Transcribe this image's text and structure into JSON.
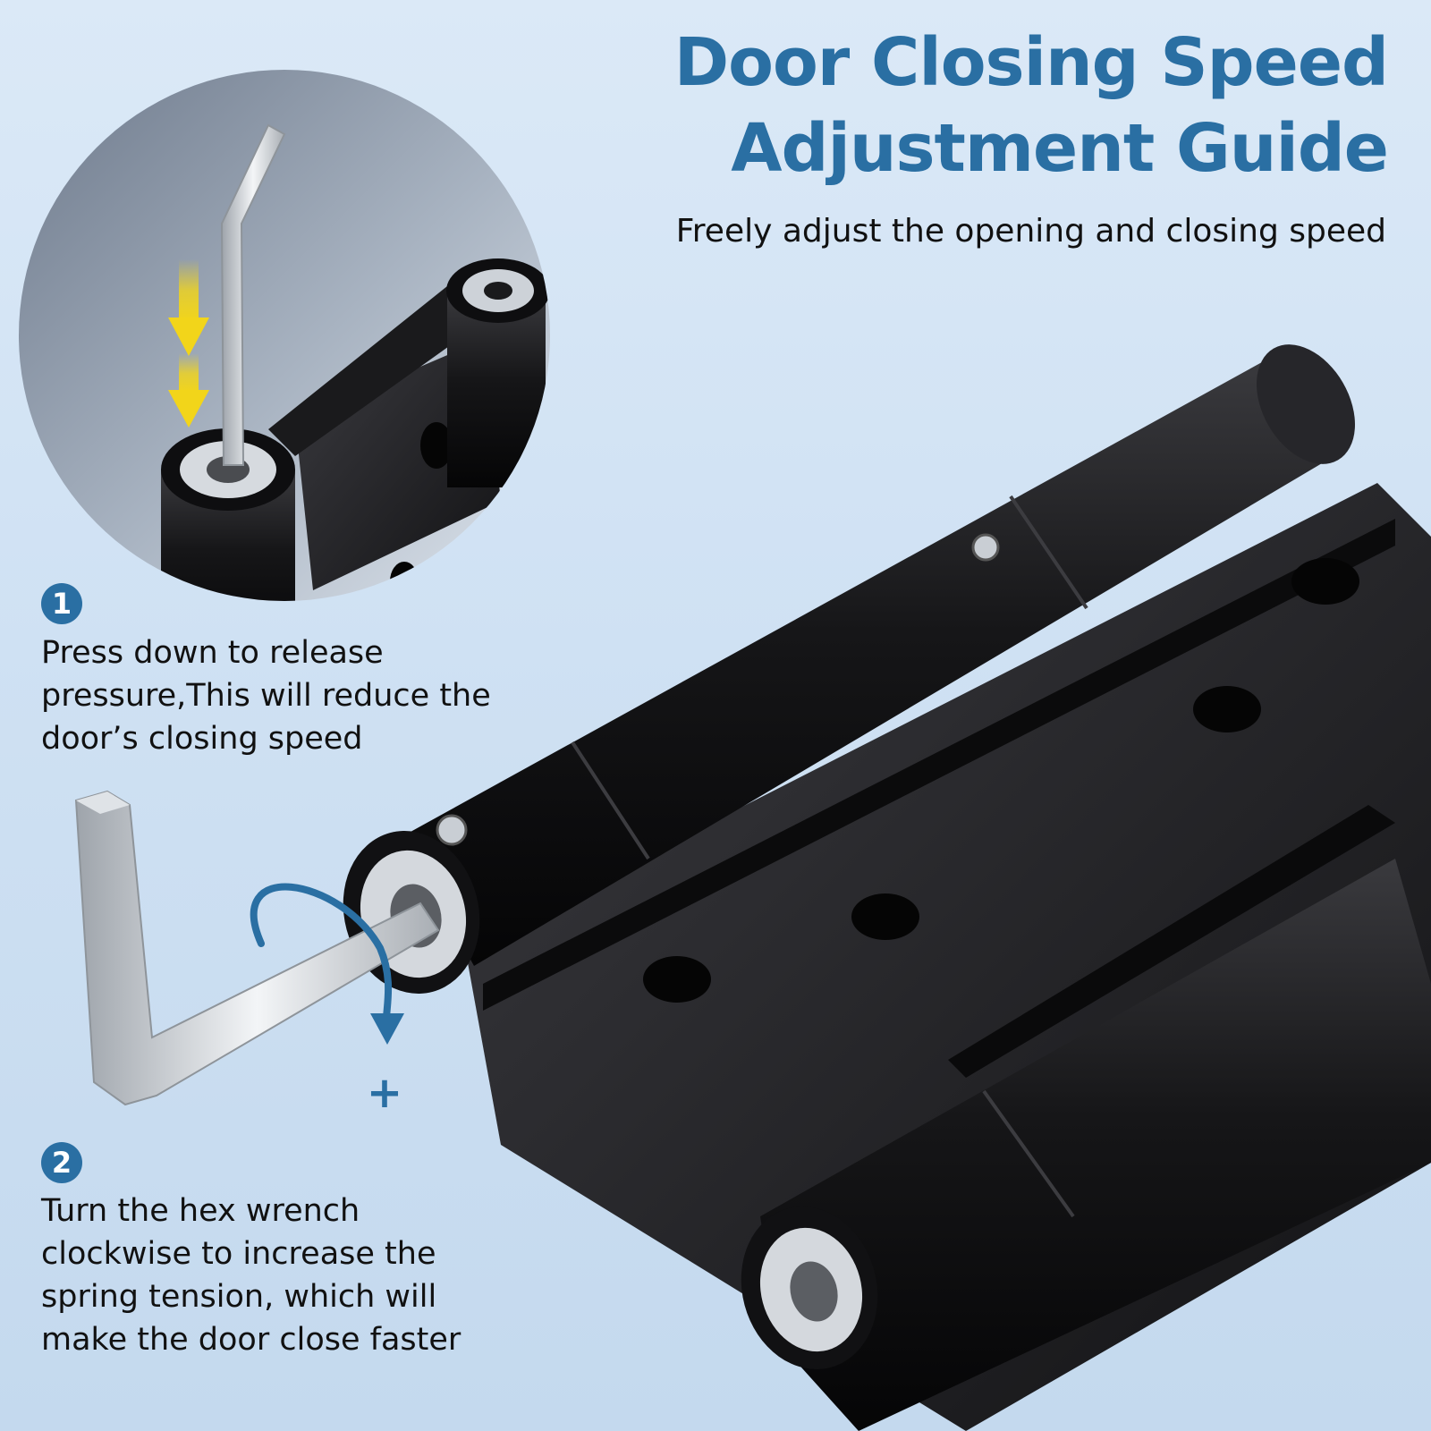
{
  "header": {
    "title_line1": "Door Closing Speed",
    "title_line2": "Adjustment Guide",
    "subtitle": "Freely adjust the opening and closing speed"
  },
  "steps": [
    {
      "number": "1",
      "lines": [
        "Press down to release",
        "pressure,This will reduce the",
        "door’s closing speed"
      ]
    },
    {
      "number": "2",
      "lines": [
        "Turn the hex wrench",
        "clockwise to increase the",
        "spring tension, which will",
        "make the door close faster"
      ]
    }
  ],
  "illustration": {
    "rotation_symbol": "+",
    "icons": [
      "hex-wrench-icon",
      "hinge-icon",
      "press-down-arrow-icon",
      "clockwise-arrow-icon"
    ]
  },
  "colors": {
    "accent": "#2a6fa3",
    "hinge": "#1c1c1e",
    "arrow_yellow": "#f2d51a",
    "background": "#d6e6f5"
  }
}
